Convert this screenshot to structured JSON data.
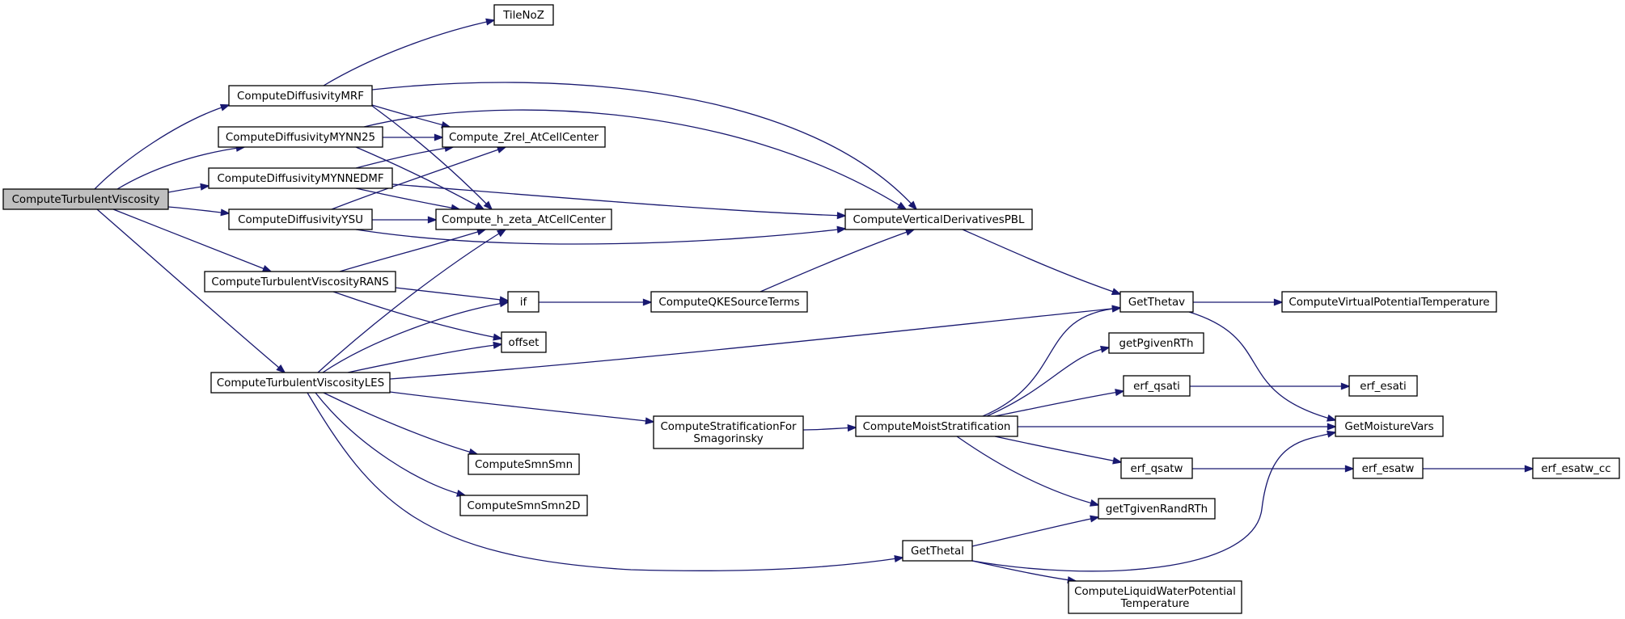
{
  "graph": {
    "root": "ComputeTurbulentViscosity",
    "colors": {
      "edge": "#191970",
      "root_fill": "#bfbfbf",
      "node_fill": "#ffffff",
      "node_border": "#000000"
    },
    "nodes": [
      {
        "id": "ComputeTurbulentViscosity",
        "lines": [
          "ComputeTurbulentViscosity"
        ]
      },
      {
        "id": "ComputeDiffusivityMRF",
        "lines": [
          "ComputeDiffusivityMRF"
        ]
      },
      {
        "id": "ComputeDiffusivityMYNN25",
        "lines": [
          "ComputeDiffusivityMYNN25"
        ]
      },
      {
        "id": "ComputeDiffusivityMYNNEDMF",
        "lines": [
          "ComputeDiffusivityMYNNEDMF"
        ]
      },
      {
        "id": "ComputeDiffusivityYSU",
        "lines": [
          "ComputeDiffusivityYSU"
        ]
      },
      {
        "id": "ComputeTurbulentViscosityRANS",
        "lines": [
          "ComputeTurbulentViscosityRANS"
        ]
      },
      {
        "id": "ComputeTurbulentViscosityLES",
        "lines": [
          "ComputeTurbulentViscosityLES"
        ]
      },
      {
        "id": "TileNoZ",
        "lines": [
          "TileNoZ"
        ]
      },
      {
        "id": "Compute_Zrel_AtCellCenter",
        "lines": [
          "Compute_Zrel_AtCellCenter"
        ]
      },
      {
        "id": "Compute_h_zeta_AtCellCenter",
        "lines": [
          "Compute_h_zeta_AtCellCenter"
        ]
      },
      {
        "id": "ComputeVerticalDerivativesPBL",
        "lines": [
          "ComputeVerticalDerivativesPBL"
        ]
      },
      {
        "id": "if",
        "lines": [
          "if"
        ]
      },
      {
        "id": "offset",
        "lines": [
          "offset"
        ]
      },
      {
        "id": "ComputeQKESourceTerms",
        "lines": [
          "ComputeQKESourceTerms"
        ]
      },
      {
        "id": "GetThetav",
        "lines": [
          "GetThetav"
        ]
      },
      {
        "id": "ComputeVirtualPotentialTemperature",
        "lines": [
          "ComputeVirtualPotentialTemperature"
        ]
      },
      {
        "id": "GetMoistureVars",
        "lines": [
          "GetMoistureVars"
        ]
      },
      {
        "id": "ComputeStratificationForSmagorinsky",
        "lines": [
          "ComputeStratificationFor",
          "Smagorinsky"
        ]
      },
      {
        "id": "ComputeMoistStratification",
        "lines": [
          "ComputeMoistStratification"
        ]
      },
      {
        "id": "getPgivenRTh",
        "lines": [
          "getPgivenRTh"
        ]
      },
      {
        "id": "erf_qsati",
        "lines": [
          "erf_qsati"
        ]
      },
      {
        "id": "erf_esati",
        "lines": [
          "erf_esati"
        ]
      },
      {
        "id": "erf_qsatw",
        "lines": [
          "erf_qsatw"
        ]
      },
      {
        "id": "erf_esatw",
        "lines": [
          "erf_esatw"
        ]
      },
      {
        "id": "erf_esatw_cc",
        "lines": [
          "erf_esatw_cc"
        ]
      },
      {
        "id": "getTgivenRandRTh",
        "lines": [
          "getTgivenRandRTh"
        ]
      },
      {
        "id": "ComputeSmnSmn",
        "lines": [
          "ComputeSmnSmn"
        ]
      },
      {
        "id": "ComputeSmnSmn2D",
        "lines": [
          "ComputeSmnSmn2D"
        ]
      },
      {
        "id": "GetThetal",
        "lines": [
          "GetThetal"
        ]
      },
      {
        "id": "ComputeLiquidWaterPotentialTemperature",
        "lines": [
          "ComputeLiquidWaterPotential",
          "Temperature"
        ]
      }
    ],
    "edges": [
      [
        "ComputeTurbulentViscosity",
        "ComputeDiffusivityMRF"
      ],
      [
        "ComputeTurbulentViscosity",
        "ComputeDiffusivityMYNN25"
      ],
      [
        "ComputeTurbulentViscosity",
        "ComputeDiffusivityMYNNEDMF"
      ],
      [
        "ComputeTurbulentViscosity",
        "ComputeDiffusivityYSU"
      ],
      [
        "ComputeTurbulentViscosity",
        "ComputeTurbulentViscosityRANS"
      ],
      [
        "ComputeTurbulentViscosity",
        "ComputeTurbulentViscosityLES"
      ],
      [
        "ComputeDiffusivityMRF",
        "TileNoZ"
      ],
      [
        "ComputeDiffusivityMRF",
        "Compute_Zrel_AtCellCenter"
      ],
      [
        "ComputeDiffusivityMRF",
        "Compute_h_zeta_AtCellCenter"
      ],
      [
        "ComputeDiffusivityMRF",
        "ComputeVerticalDerivativesPBL"
      ],
      [
        "ComputeDiffusivityMYNN25",
        "Compute_Zrel_AtCellCenter"
      ],
      [
        "ComputeDiffusivityMYNN25",
        "Compute_h_zeta_AtCellCenter"
      ],
      [
        "ComputeDiffusivityMYNN25",
        "ComputeVerticalDerivativesPBL"
      ],
      [
        "ComputeDiffusivityMYNNEDMF",
        "Compute_Zrel_AtCellCenter"
      ],
      [
        "ComputeDiffusivityMYNNEDMF",
        "Compute_h_zeta_AtCellCenter"
      ],
      [
        "ComputeDiffusivityMYNNEDMF",
        "ComputeVerticalDerivativesPBL"
      ],
      [
        "ComputeDiffusivityYSU",
        "Compute_Zrel_AtCellCenter"
      ],
      [
        "ComputeDiffusivityYSU",
        "Compute_h_zeta_AtCellCenter"
      ],
      [
        "ComputeDiffusivityYSU",
        "ComputeVerticalDerivativesPBL"
      ],
      [
        "ComputeTurbulentViscosityRANS",
        "Compute_h_zeta_AtCellCenter"
      ],
      [
        "ComputeTurbulentViscosityRANS",
        "if"
      ],
      [
        "ComputeTurbulentViscosityRANS",
        "offset"
      ],
      [
        "ComputeTurbulentViscosityLES",
        "Compute_h_zeta_AtCellCenter"
      ],
      [
        "ComputeTurbulentViscosityLES",
        "if"
      ],
      [
        "ComputeTurbulentViscosityLES",
        "offset"
      ],
      [
        "ComputeTurbulentViscosityLES",
        "GetThetav"
      ],
      [
        "ComputeTurbulentViscosityLES",
        "ComputeStratificationForSmagorinsky"
      ],
      [
        "ComputeTurbulentViscosityLES",
        "ComputeSmnSmn"
      ],
      [
        "ComputeTurbulentViscosityLES",
        "ComputeSmnSmn2D"
      ],
      [
        "ComputeTurbulentViscosityLES",
        "GetThetal"
      ],
      [
        "if",
        "ComputeQKESourceTerms"
      ],
      [
        "ComputeQKESourceTerms",
        "ComputeVerticalDerivativesPBL"
      ],
      [
        "ComputeVerticalDerivativesPBL",
        "GetThetav"
      ],
      [
        "GetThetav",
        "ComputeVirtualPotentialTemperature"
      ],
      [
        "GetThetav",
        "GetMoistureVars"
      ],
      [
        "ComputeStratificationForSmagorinsky",
        "ComputeMoistStratification"
      ],
      [
        "ComputeMoistStratification",
        "GetThetav"
      ],
      [
        "ComputeMoistStratification",
        "getPgivenRTh"
      ],
      [
        "ComputeMoistStratification",
        "erf_qsati"
      ],
      [
        "ComputeMoistStratification",
        "GetMoistureVars"
      ],
      [
        "ComputeMoistStratification",
        "erf_qsatw"
      ],
      [
        "ComputeMoistStratification",
        "getTgivenRandRTh"
      ],
      [
        "erf_qsati",
        "erf_esati"
      ],
      [
        "erf_qsatw",
        "erf_esatw"
      ],
      [
        "erf_esatw",
        "erf_esatw_cc"
      ],
      [
        "GetThetal",
        "getTgivenRandRTh"
      ],
      [
        "GetThetal",
        "GetMoistureVars"
      ],
      [
        "GetThetal",
        "ComputeLiquidWaterPotentialTemperature"
      ]
    ]
  }
}
